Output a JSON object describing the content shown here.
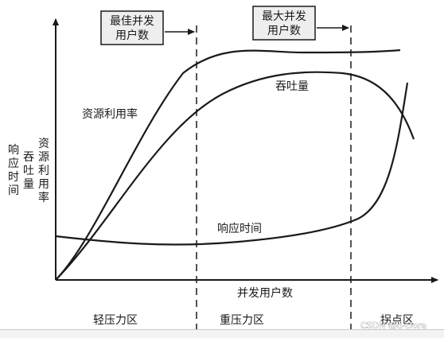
{
  "annotations": {
    "optimal_users": [
      "最佳并发",
      "用户数"
    ],
    "max_users": [
      "最大并发",
      "用户数"
    ]
  },
  "curves": {
    "resource_utilization": "资源利用率",
    "throughput": "吞吐量",
    "response_time": "响应时间"
  },
  "axes": {
    "x_label": "并发用户数",
    "y_labels": {
      "response_time": [
        "响",
        "应",
        "时",
        "间"
      ],
      "throughput": [
        "吞",
        "吐",
        "量"
      ],
      "resource_utilization": [
        "资",
        "源",
        "利",
        "用",
        "率"
      ]
    }
  },
  "zones": {
    "light": "轻压力区",
    "heavy": "重压力区",
    "knee": "拐点区"
  },
  "watermark": "CSDN @d-Dora",
  "colors": {
    "ink": "#1a1a1a",
    "box_fill": "#eeeeee",
    "band": "#f3f3f3"
  }
}
